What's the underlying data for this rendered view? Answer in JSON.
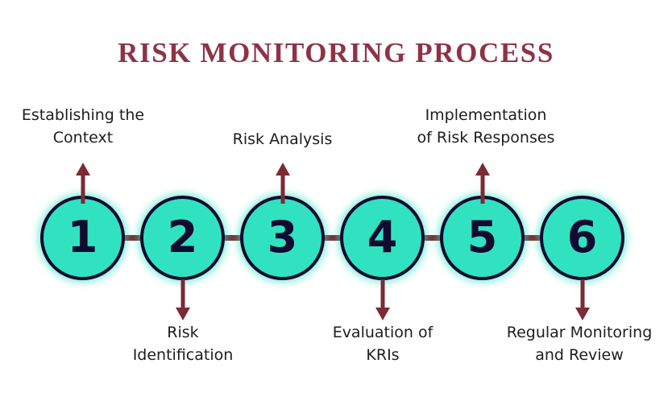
{
  "title": "RISK MONITORING PROCESS",
  "colors": {
    "background": "#ffffff",
    "title": "#8e3346",
    "circle_fill": "#31e2c0",
    "circle_stroke": "#120a30",
    "number": "#120a30",
    "connector": "#7a2b34",
    "arrow": "#7a2b34",
    "label_text": "#1d1d1d"
  },
  "steps": [
    {
      "number": "1",
      "label": "Establishing the\nContext",
      "position": "top"
    },
    {
      "number": "2",
      "label": "Risk\nIdentification",
      "position": "bottom"
    },
    {
      "number": "3",
      "label": "Risk Analysis",
      "position": "top"
    },
    {
      "number": "4",
      "label": "Evaluation of\nKRIs",
      "position": "bottom"
    },
    {
      "number": "5",
      "label": "Implementation\nof Risk Responses",
      "position": "top"
    },
    {
      "number": "6",
      "label": "Regular Monitoring\nand Review",
      "position": "bottom"
    }
  ]
}
